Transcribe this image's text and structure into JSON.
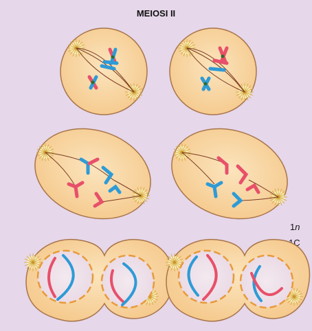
{
  "figure": {
    "title": "MEIOSI II",
    "ploidy_label": "1n",
    "ploidy_number": "1",
    "ploidy_letter": "n",
    "chromatid_label": "1C"
  },
  "colors": {
    "panel_bg": "#e6d7ea",
    "cell_fill": "#f8d7a3",
    "cell_outline": "#a8744a",
    "chromosome_blue": "#2e9bd6",
    "chromosome_red": "#e8506a",
    "spindle": "#7a3b22",
    "nucleus_fill": "#efe2ea",
    "nuclear_envelope": "#e89a3a",
    "centromere": "#2f6b2f"
  },
  "stages": [
    "metaphase-ii",
    "anaphase-ii",
    "telophase-ii"
  ]
}
